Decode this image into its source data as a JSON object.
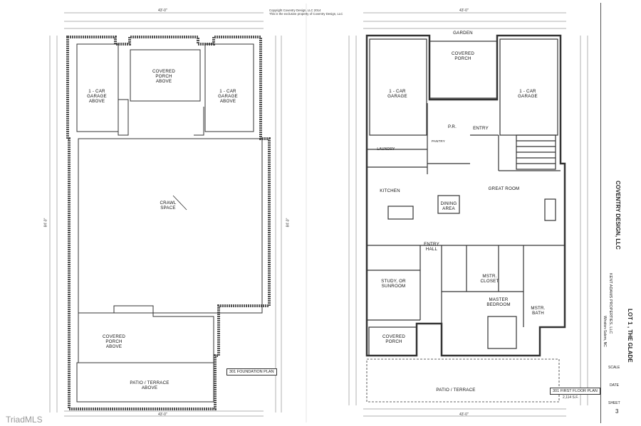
{
  "foundation": {
    "rooms": {
      "garage_left": "1 - CAR\nGARAGE\nABOVE",
      "porch_top": "COVERED\nPORCH\nABOVE",
      "garage_right": "1 - CAR\nGARAGE\nABOVE",
      "crawl": "CRAWL\nSPACE",
      "porch_bottom": "COVERED\nPORCH\nABOVE",
      "patio": "PATIO / TERRACE\nABOVE"
    },
    "dims": {
      "top_total": "43'-0\"",
      "bottom_total": "43'-0\"",
      "left_total": "84'-0\"",
      "right_total": "84'-0\""
    },
    "plan_label": "301 FOUNDATION PLAN"
  },
  "first_floor": {
    "rooms": {
      "garden": "GARDEN",
      "covered_porch": "COVERED\nPORCH",
      "garage_left": "1 - CAR\nGARAGE",
      "garage_right": "1 - CAR\nGARAGE",
      "entry": "ENTRY",
      "pr": "P.R.",
      "pantry": "PANTRY",
      "laundry": "LAUNDRY",
      "kitchen": "KITCHEN",
      "great_room": "GREAT ROOM",
      "dining": "DINING\nAREA",
      "entry_hall": "ENTRY\nHALL",
      "study": "STUDY, OR\nSUNROOM",
      "mstr_closet": "MSTR.\nCLOSET",
      "master_bedroom": "MASTER\nBEDROOM",
      "mstr_bath": "MSTR.\nBATH",
      "covered_porch_front": "COVERED\nPORCH",
      "patio": "PATIO / TERRACE"
    },
    "dims": {
      "top_total": "43'-0\"",
      "bottom_total": "43'-0\""
    },
    "plan_label": "301 FIRST FLOOR PLAN",
    "sqft": "2,114 S.F."
  },
  "title_block": {
    "project": "LOT 1 , THE GLADE",
    "location": "Winston-Salem, NC",
    "owner": "KENT ADAMS PROPERTIES, LLC",
    "designer": "COVENTRY DESIGN, LLC",
    "scale_label": "SCALE",
    "date_label": "DATE",
    "sheet_label": "SHEET",
    "sheet_num": "3"
  },
  "copyright_note": "Copyright   Coventry Design, LLC   2014\nThis is the exclusive property of Coventry Design, LLC",
  "watermark": "TriadMLS"
}
